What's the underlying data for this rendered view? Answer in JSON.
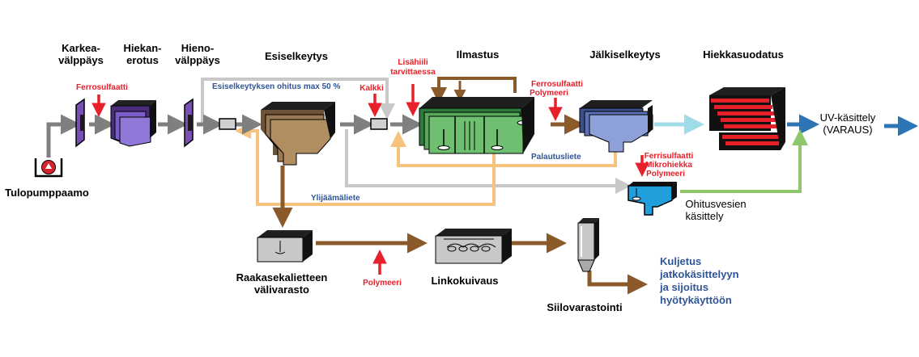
{
  "stages": {
    "karkea_1": "Karkea-",
    "karkea_2": "välppäys",
    "hiekan_1": "Hiekan-",
    "hiekan_2": "erotus",
    "hieno_1": "Hieno-",
    "hieno_2": "välppäys",
    "esiselkeytys": "Esiselkeytys",
    "ilmastus": "Ilmastus",
    "jalkiselkeytys": "Jälkiselkeytys",
    "hiekkasuodatus": "Hiekkasuodatus",
    "uv_1": "UV-käsittely",
    "uv_2": "(VARAUS)",
    "tulopumppaamo": "Tulopumppaamo",
    "ohitus_1": "Ohitusvesien",
    "ohitus_2": "käsittely",
    "raaka_1": "Raakasekalietteen",
    "raaka_2": "välivarasto",
    "linkokuivaus": "Linkokuivaus",
    "siilo": "Siilovarastointi"
  },
  "chemicals": {
    "ferro_1": "Ferrosulfaatti",
    "lisahiili_1": "Lisähiili",
    "lisahiili_2": "tarvittaessa",
    "kalkki": "Kalkki",
    "ferro_poly_1": "Ferrosulfaatti",
    "ferro_poly_2": "Polymeeri",
    "ferri_1": "Ferrisulfaatti",
    "ferri_2": "Mikrohiekka",
    "ferri_3": "Polymeeri",
    "polymeeri": "Polymeeri"
  },
  "flows": {
    "ohitus": "Esiselkeytyksen ohitus max 50 %",
    "palautusliete": "Palautusliete",
    "ylijaamaliete": "Ylijäämäliete"
  },
  "final": {
    "line1": "Kuljetus",
    "line2": "jatkokäsittelyyn",
    "line3": "ja sijoitus",
    "line4": "hyötykäyttöön"
  },
  "colors": {
    "main_flow": "#7f7f7f",
    "sludge": "#8b5a2b",
    "return_sludge": "#f6c27e",
    "bypass": "#c8c8c8",
    "chemical": "#e8202a",
    "uv": "#2e75b6",
    "filter_out": "#9fdce8",
    "green_flow": "#8ec86a"
  }
}
